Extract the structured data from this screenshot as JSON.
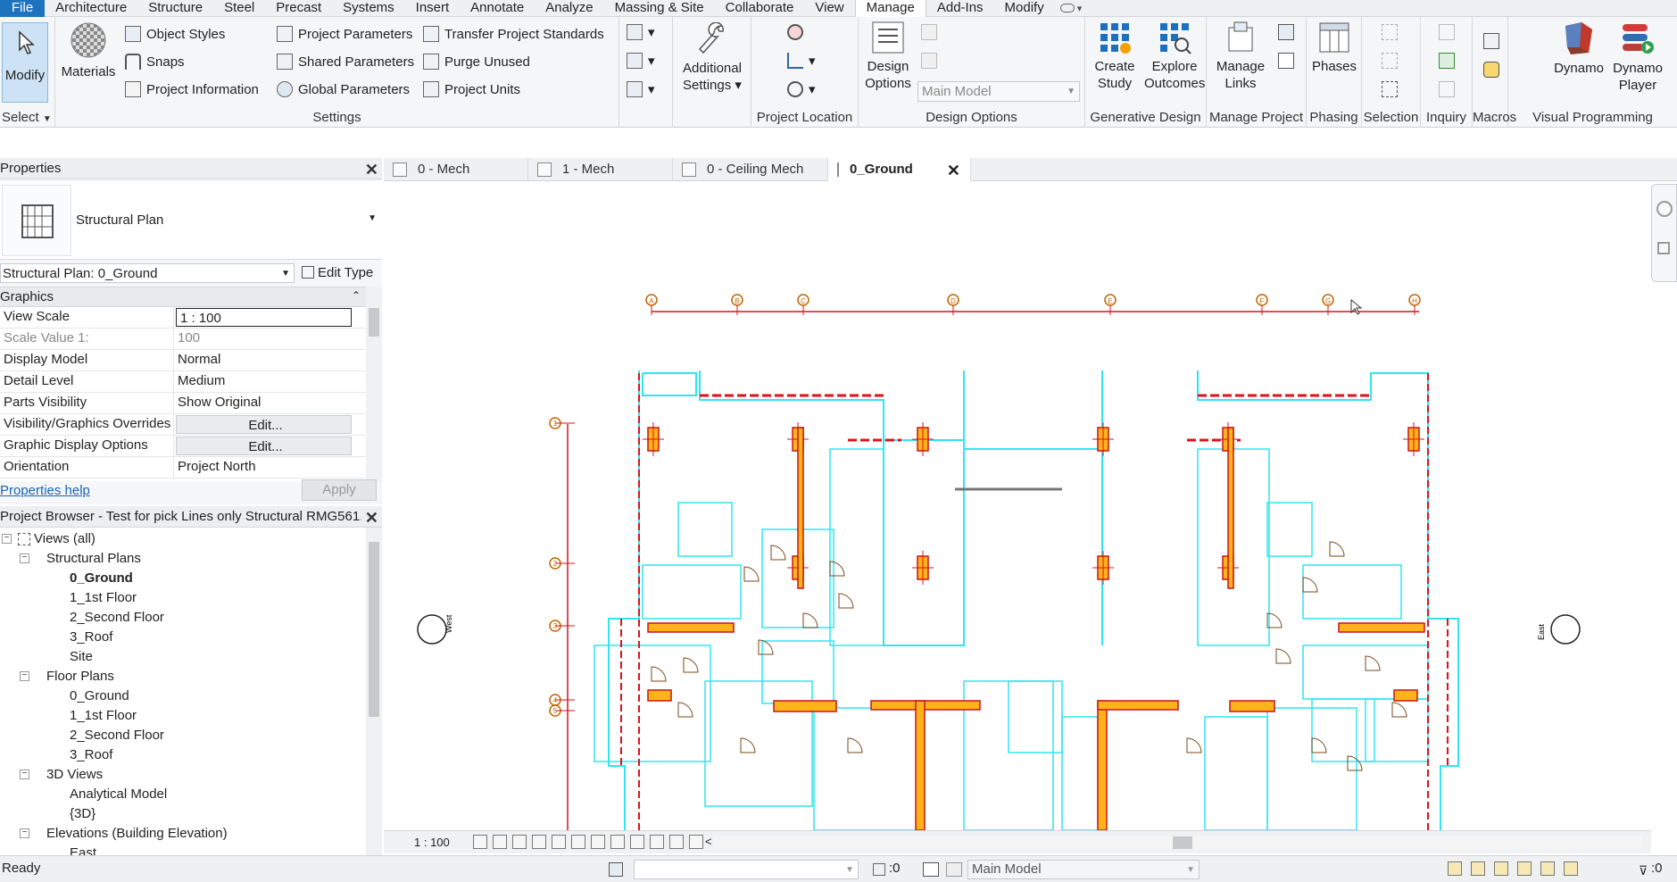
{
  "menubar": {
    "items": [
      "File",
      "Architecture",
      "Structure",
      "Steel",
      "Precast",
      "Systems",
      "Insert",
      "Annotate",
      "Analyze",
      "Massing & Site",
      "Collaborate",
      "View",
      "Manage",
      "Add-Ins",
      "Modify"
    ],
    "active": "Manage"
  },
  "ribbon": {
    "select": {
      "modify_label": "Modify",
      "panel_title": "Select"
    },
    "settings": {
      "materials_label": "Materials",
      "object_styles": "Object  Styles",
      "snaps": "Snaps",
      "project_information": "Project  Information",
      "project_parameters": "Project  Parameters",
      "shared_parameters": "Shared  Parameters",
      "global_parameters": "Global  Parameters",
      "transfer_project_standards": "Transfer  Project Standards",
      "purge_unused": "Purge  Unused",
      "project_units": "Project  Units",
      "additional_settings_line1": "Additional",
      "additional_settings_line2": "Settings",
      "panel_title": "Settings"
    },
    "project_location": {
      "panel_title": "Project Location"
    },
    "design_options": {
      "button_line1": "Design",
      "button_line2": "Options",
      "main_model": "Main Model",
      "panel_title": "Design Options"
    },
    "generative_design": {
      "create_line1": "Create",
      "create_line2": "Study",
      "explore_line1": "Explore",
      "explore_line2": "Outcomes",
      "panel_title": "Generative Design"
    },
    "manage_project": {
      "links_line1": "Manage",
      "links_line2": "Links",
      "panel_title": "Manage Project"
    },
    "phasing": {
      "phases_label": "Phases",
      "panel_title": "Phasing"
    },
    "selection": {
      "panel_title": "Selection"
    },
    "inquiry": {
      "panel_title": "Inquiry"
    },
    "macros": {
      "panel_title": "Macros"
    },
    "visual_programming": {
      "dynamo_label": "Dynamo",
      "player_line1": "Dynamo",
      "player_line2": "Player",
      "panel_title": "Visual Programming"
    }
  },
  "properties": {
    "title": "Properties",
    "type_name": "Structural Plan",
    "selector": "Structural Plan: 0_Ground",
    "edit_type": "Edit Type",
    "group": "Graphics",
    "rows": [
      {
        "key": "View Scale",
        "value": "1 : 100"
      },
      {
        "key": "Scale Value    1:",
        "value": "100"
      },
      {
        "key": "Display Model",
        "value": "Normal"
      },
      {
        "key": "Detail Level",
        "value": "Medium"
      },
      {
        "key": "Parts Visibility",
        "value": "Show Original"
      },
      {
        "key": "Visibility/Graphics Overrides",
        "value": "Edit..."
      },
      {
        "key": "Graphic Display Options",
        "value": "Edit..."
      },
      {
        "key": "Orientation",
        "value": "Project North"
      }
    ],
    "help_link": "Properties help",
    "apply": "Apply"
  },
  "browser": {
    "title": "Project Browser - Test for pick Lines only Structural RMG561...",
    "nodes": [
      {
        "label": "Views (all)",
        "level": 0
      },
      {
        "label": "Structural Plans",
        "level": 1
      },
      {
        "label": "0_Ground",
        "level": 2
      },
      {
        "label": "1_1st Floor",
        "level": 2
      },
      {
        "label": "2_Second Floor",
        "level": 2
      },
      {
        "label": "3_Roof",
        "level": 2
      },
      {
        "label": "Site",
        "level": 2
      },
      {
        "label": "Floor Plans",
        "level": 1
      },
      {
        "label": "0_Ground",
        "level": 2
      },
      {
        "label": "1_1st Floor",
        "level": 2
      },
      {
        "label": "2_Second Floor",
        "level": 2
      },
      {
        "label": "3_Roof",
        "level": 2
      },
      {
        "label": "3D Views",
        "level": 1
      },
      {
        "label": "Analytical Model",
        "level": 2
      },
      {
        "label": "{3D}",
        "level": 2
      },
      {
        "label": "Elevations (Building Elevation)",
        "level": 1
      },
      {
        "label": "East",
        "level": 2
      }
    ]
  },
  "tabs": [
    {
      "label": "0 - Mech"
    },
    {
      "label": "1 - Mech"
    },
    {
      "label": "0 - Ceiling Mech"
    },
    {
      "label": "0_Ground",
      "active": true
    }
  ],
  "canvas": {
    "grid_columns": [
      "A",
      "B",
      "C",
      "D",
      "E",
      "F",
      "G",
      "H"
    ],
    "grid_rows": [
      "1",
      "2",
      "3",
      "4",
      "5"
    ],
    "west_label": "West",
    "east_label": "East"
  },
  "view_control": {
    "scale": "1 : 100"
  },
  "status": {
    "ready": "Ready",
    "selection_count": ":0",
    "model": "Main Model",
    "filter_count": ":0"
  },
  "colors": {
    "wall": "#2ee6f0",
    "column": "#ffb31a",
    "grid": "#d9141c",
    "accent": "#1e73be"
  }
}
